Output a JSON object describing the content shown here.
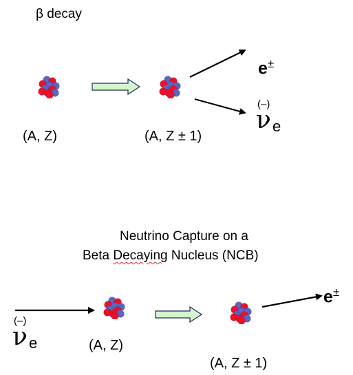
{
  "beta": {
    "title": "β decay",
    "parent_label": "(A, Z)",
    "daughter_label": "(A, Z ± 1)",
    "lepton": {
      "symbol": "e",
      "charge": "±"
    },
    "neutrino": {
      "paren": "(–)",
      "symbol": "ν",
      "sub": "e"
    }
  },
  "ncb": {
    "title_line1": "Neutrino Capture on a",
    "title_line2_a": "Beta ",
    "title_line2_b": "Decaying",
    "title_line2_c": " Nucleus (NCB)",
    "incoming": {
      "paren": "(–)",
      "symbol": "ν",
      "sub": "e"
    },
    "parent_label": "(A, Z)",
    "daughter_label": "(A, Z ± 1)",
    "lepton": {
      "symbol": "e",
      "charge": "±"
    }
  },
  "colors": {
    "proton": "#e8122c",
    "neutron": "#5866c4",
    "hollow_arrow_fill": "#d6f5cf",
    "hollow_arrow_stroke": "#1e2b55",
    "squiggle": "#e03030"
  }
}
